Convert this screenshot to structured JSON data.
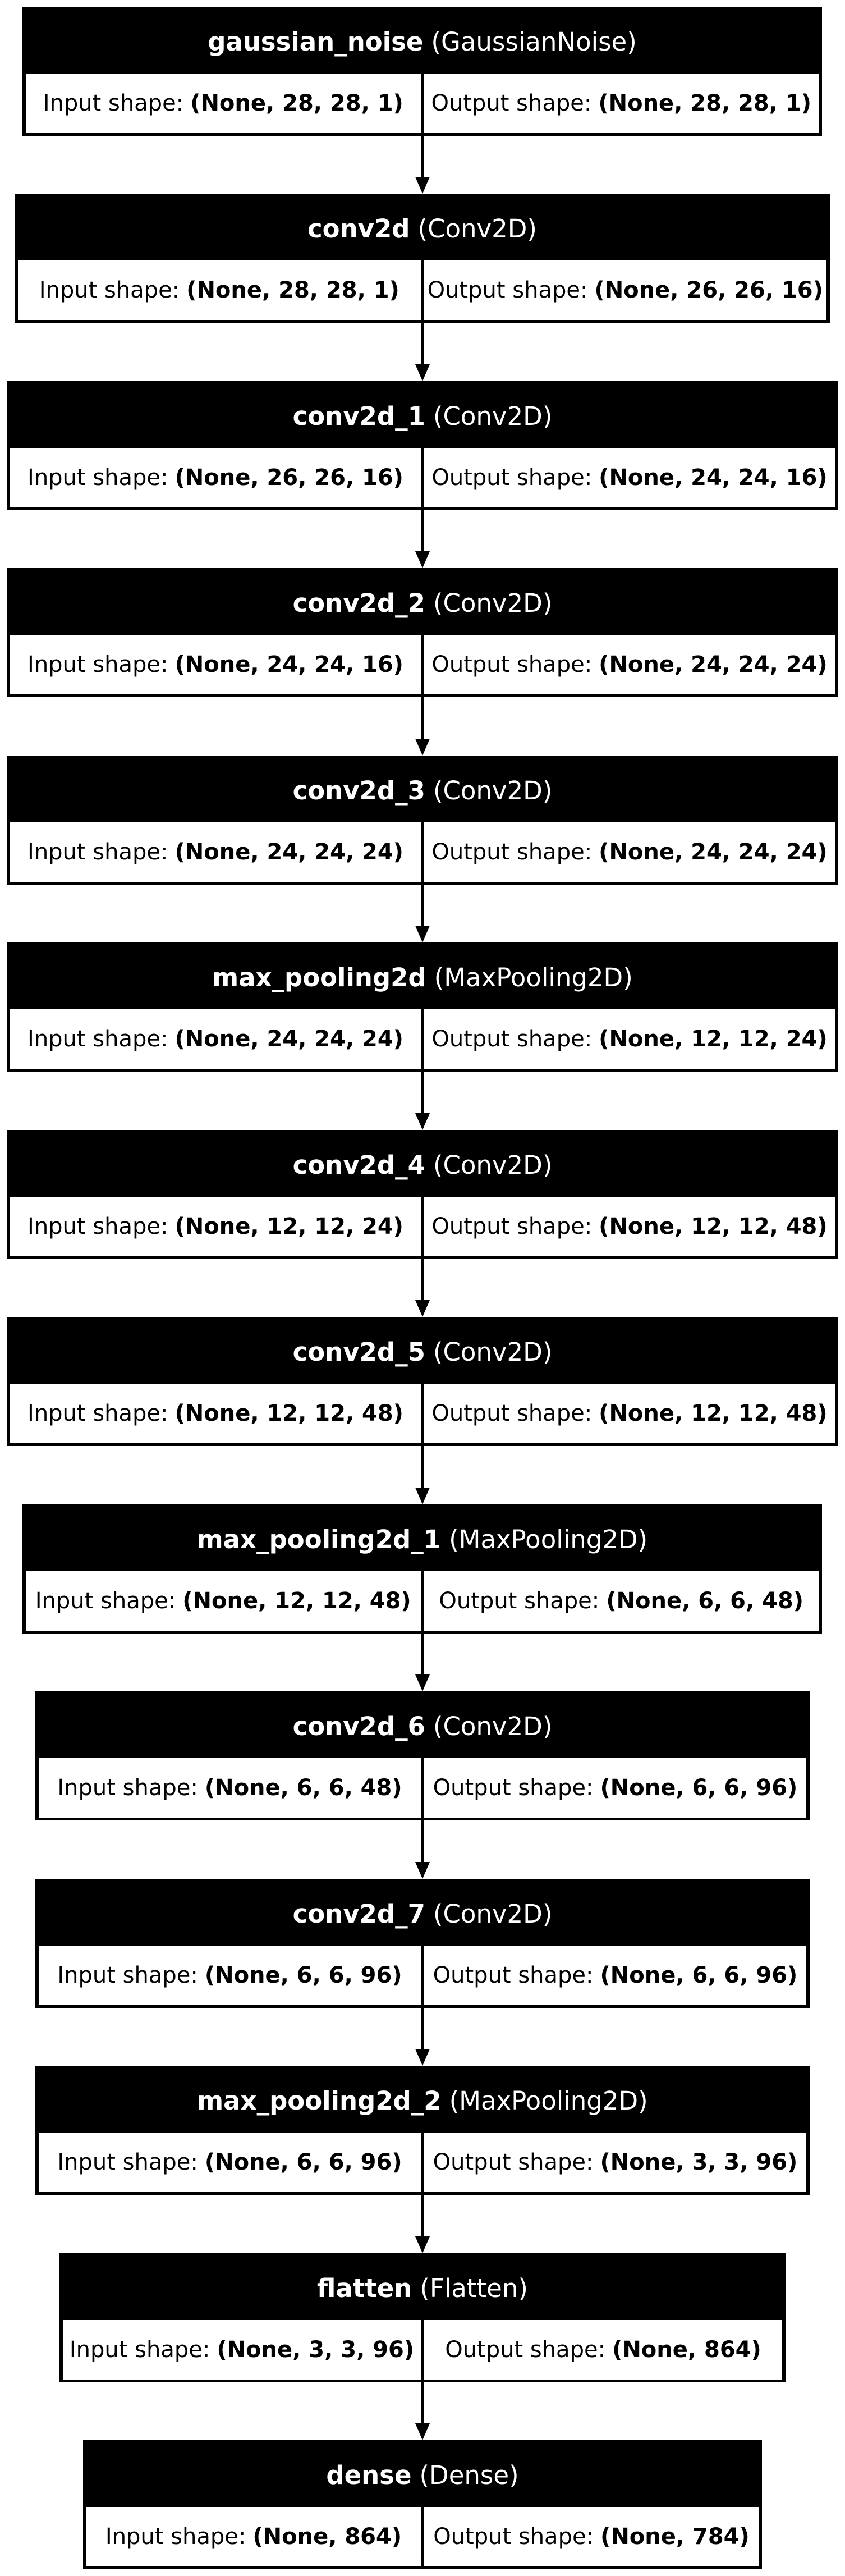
{
  "labels": {
    "input": "Input shape:",
    "output": "Output shape:"
  },
  "layers": [
    {
      "name": "gaussian_noise",
      "class": "(GaussianNoise)",
      "input": "(None, 28, 28, 1)",
      "output": "(None, 28, 28, 1)"
    },
    {
      "name": "conv2d",
      "class": "(Conv2D)",
      "input": "(None, 28, 28, 1)",
      "output": "(None, 26, 26, 16)"
    },
    {
      "name": "conv2d_1",
      "class": "(Conv2D)",
      "input": "(None, 26, 26, 16)",
      "output": "(None, 24, 24, 16)"
    },
    {
      "name": "conv2d_2",
      "class": "(Conv2D)",
      "input": "(None, 24, 24, 16)",
      "output": "(None, 24, 24, 24)"
    },
    {
      "name": "conv2d_3",
      "class": "(Conv2D)",
      "input": "(None, 24, 24, 24)",
      "output": "(None, 24, 24, 24)"
    },
    {
      "name": "max_pooling2d",
      "class": "(MaxPooling2D)",
      "input": "(None, 24, 24, 24)",
      "output": "(None, 12, 12, 24)"
    },
    {
      "name": "conv2d_4",
      "class": "(Conv2D)",
      "input": "(None, 12, 12, 24)",
      "output": "(None, 12, 12, 48)"
    },
    {
      "name": "conv2d_5",
      "class": "(Conv2D)",
      "input": "(None, 12, 12, 48)",
      "output": "(None, 12, 12, 48)"
    },
    {
      "name": "max_pooling2d_1",
      "class": "(MaxPooling2D)",
      "input": "(None, 12, 12, 48)",
      "output": "(None, 6, 6, 48)"
    },
    {
      "name": "conv2d_6",
      "class": "(Conv2D)",
      "input": "(None, 6, 6, 48)",
      "output": "(None, 6, 6, 96)"
    },
    {
      "name": "conv2d_7",
      "class": "(Conv2D)",
      "input": "(None, 6, 6, 96)",
      "output": "(None, 6, 6, 96)"
    },
    {
      "name": "max_pooling2d_2",
      "class": "(MaxPooling2D)",
      "input": "(None, 6, 6, 96)",
      "output": "(None, 3, 3, 96)"
    },
    {
      "name": "flatten",
      "class": "(Flatten)",
      "input": "(None, 3, 3, 96)",
      "output": "(None, 864)"
    },
    {
      "name": "dense",
      "class": "(Dense)",
      "input": "(None, 864)",
      "output": "(None, 784)"
    }
  ],
  "colors": {
    "box": "#000000",
    "header_text": "#ffffff",
    "cell_bg": "#ffffff",
    "edge": "#000000"
  }
}
